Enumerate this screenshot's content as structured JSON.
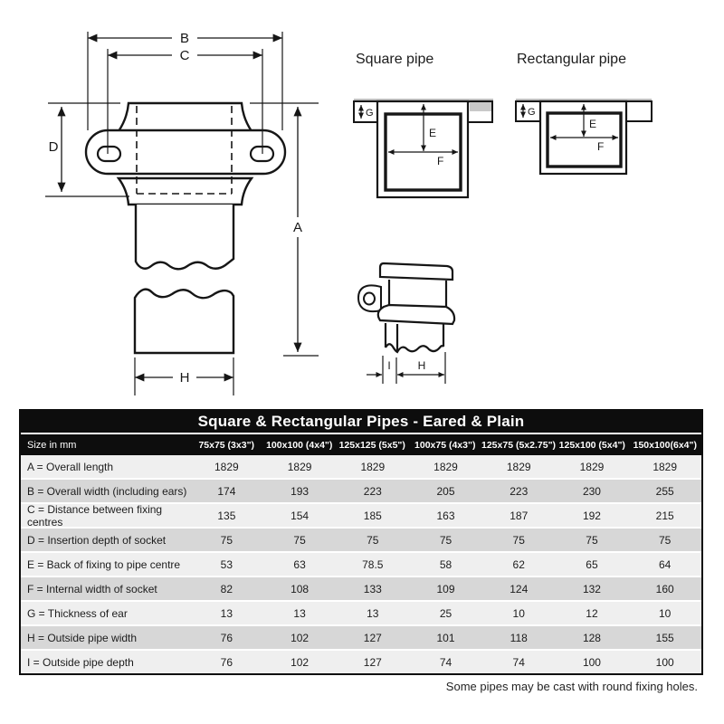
{
  "diagram": {
    "front_view": {
      "labels": {
        "A": "A",
        "B": "B",
        "C": "C",
        "D": "D",
        "H": "H"
      }
    },
    "square_pipe": {
      "title": "Square pipe",
      "labels": {
        "E": "E",
        "F": "F",
        "G": "G"
      }
    },
    "rectangular_pipe": {
      "title": "Rectangular pipe",
      "labels": {
        "E": "E",
        "F": "F",
        "G": "G"
      }
    },
    "perspective_view": {
      "labels": {
        "I": "I",
        "H": "H"
      }
    }
  },
  "table": {
    "title": "Square & Rectangular Pipes - Eared & Plain",
    "size_label": "Size in mm",
    "columns": [
      "75x75 (3x3\")",
      "100x100 (4x4\")",
      "125x125 (5x5\")",
      "100x75 (4x3\")",
      "125x75 (5x2.75\")",
      "125x100 (5x4\")",
      "150x100(6x4\")"
    ],
    "rows": [
      {
        "label": "A = Overall length",
        "values": [
          "1829",
          "1829",
          "1829",
          "1829",
          "1829",
          "1829",
          "1829"
        ]
      },
      {
        "label": "B = Overall width (including ears)",
        "values": [
          "174",
          "193",
          "223",
          "205",
          "223",
          "230",
          "255"
        ]
      },
      {
        "label": "C = Distance between fixing centres",
        "values": [
          "135",
          "154",
          "185",
          "163",
          "187",
          "192",
          "215"
        ]
      },
      {
        "label": "D = Insertion depth of socket",
        "values": [
          "75",
          "75",
          "75",
          "75",
          "75",
          "75",
          "75"
        ]
      },
      {
        "label": "E = Back of fixing to pipe centre",
        "values": [
          "53",
          "63",
          "78.5",
          "58",
          "62",
          "65",
          "64"
        ]
      },
      {
        "label": "F = Internal width of socket",
        "values": [
          "82",
          "108",
          "133",
          "109",
          "124",
          "132",
          "160"
        ]
      },
      {
        "label": "G = Thickness of ear",
        "values": [
          "13",
          "13",
          "13",
          "25",
          "10",
          "12",
          "10"
        ]
      },
      {
        "label": "H = Outside pipe width",
        "values": [
          "76",
          "102",
          "127",
          "101",
          "118",
          "128",
          "155"
        ]
      },
      {
        "label": "I = Outside pipe depth",
        "values": [
          "76",
          "102",
          "127",
          "74",
          "74",
          "100",
          "100"
        ]
      }
    ],
    "footnote": "Some pipes may be cast with round fixing holes."
  },
  "colors": {
    "header_bg": "#0d0d0d",
    "header_text": "#ffffff",
    "row_light": "#efefef",
    "row_dark": "#d7d7d7",
    "line": "#161616",
    "shade_gray": "#bdbdbd"
  }
}
